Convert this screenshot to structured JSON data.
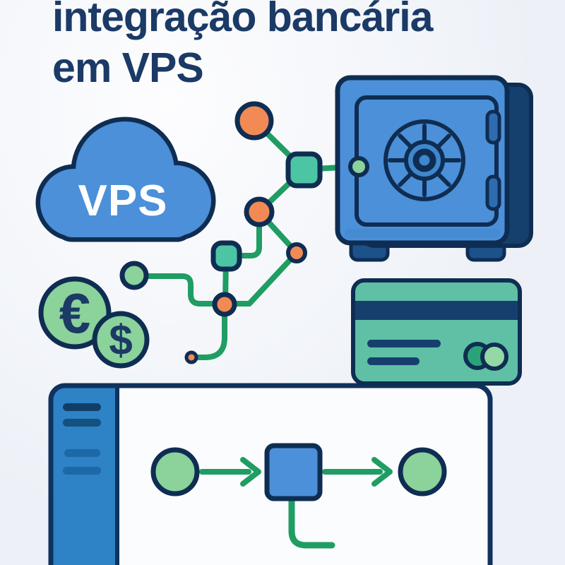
{
  "title": {
    "line1": "integração bancária",
    "line2": "em VPS"
  },
  "cloud": {
    "label": "VPS"
  },
  "coins": {
    "euro_symbol": "€",
    "dollar_symbol": "$"
  },
  "icons": [
    "vps-cloud-icon",
    "safe-icon",
    "safe-dial-icon",
    "credit-card-icon",
    "euro-coin-icon",
    "dollar-coin-icon",
    "network-nodes",
    "app-window",
    "sidebar-menu-bars",
    "flowchart-start-node",
    "flowchart-process-node",
    "flowchart-end-node",
    "flow-arrow"
  ],
  "palette": {
    "page_bg": "#edf1f7",
    "page_bg_light": "#fdfdfe",
    "title_navy": "#1b3a66",
    "navy": "#0f2d52",
    "blue": "#4b90d8",
    "blue_dark": "#153f6d",
    "blue_mid": "#2e6cb0",
    "dial_blue": "#3f87cd",
    "foot_blue": "#1c518a",
    "green": "#1f9d63",
    "teal": "#4cc5a5",
    "light_green": "#8bd29b",
    "card_teal": "#5fc0a6",
    "card_navy": "#173f6e",
    "card_circle_dark": "#2aa379",
    "card_circle_light": "#93d8a5",
    "orange": "#f28a56",
    "sidebar_blue": "#2e82c6",
    "sidebar_bar_dark1": "#123e66",
    "sidebar_bar_dark2": "#14517f",
    "sidebar_bar_light": "#1d68a8",
    "window_bg": "#fbfcfe",
    "window_border": "#10325c"
  }
}
